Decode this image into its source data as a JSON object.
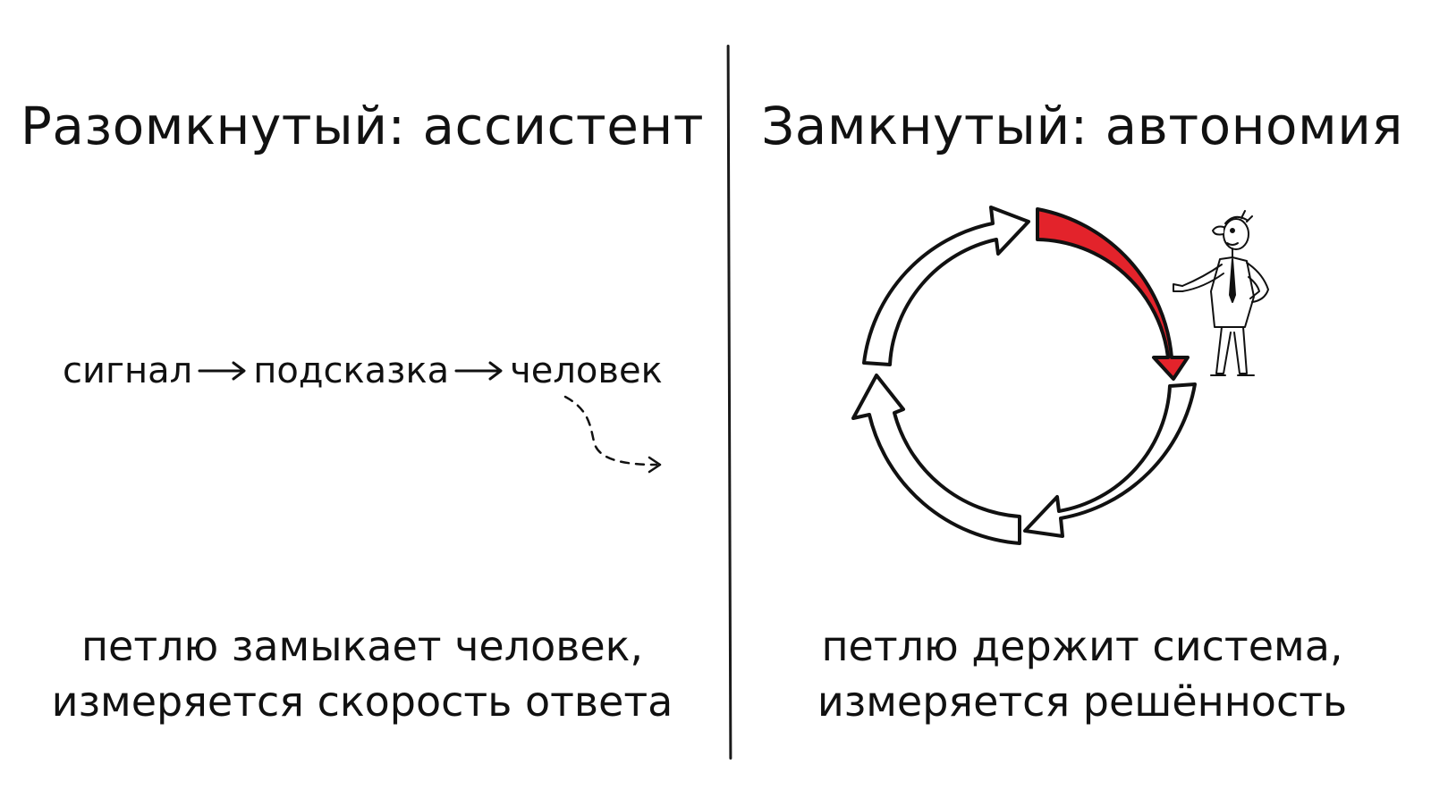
{
  "left": {
    "title": "Разомкнутый: ассистент",
    "flow": {
      "steps": [
        "сигнал",
        "подсказка",
        "человек"
      ]
    },
    "caption": {
      "line1": "петлю замыкает человек,",
      "line2": "измеряется скорость ответа"
    }
  },
  "right": {
    "title": "Замкнутый: автономия",
    "caption": {
      "line1": "петлю держит система,",
      "line2": "измеряется решённость"
    }
  },
  "colors": {
    "ink": "#111111",
    "highlight": "#e3232b",
    "background": "#ffffff"
  },
  "icons": {
    "cycle": "circular-arrows-icon",
    "person": "businessman-pointing-icon"
  }
}
